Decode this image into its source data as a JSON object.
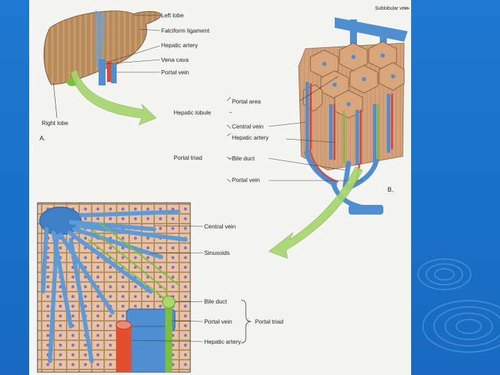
{
  "colors": {
    "slide_background": "#1a6fc4",
    "page": "#f4f4f2",
    "liver": "#b98a5c",
    "vein_blue": "#4f8fd0",
    "artery_red": "#d94a3a",
    "bile_green": "#7cbf3c",
    "arrow_green": "#a6d66a"
  },
  "panel_a": {
    "letter": "A.",
    "labels": {
      "left_lobe": "Left lobe",
      "falciform_ligament": "Falciform ligament",
      "hepatic_artery": "Hepatic artery",
      "vena_cava": "Vena cava",
      "portal_vein": "Portal vein",
      "right_lobe": "Right lobe"
    }
  },
  "middle_labels": {
    "hepatic_lobule": "Hepatic lobule",
    "portal_triad": "Portal triad"
  },
  "panel_b": {
    "letter": "B.",
    "labels": {
      "sublobular_vein": "Sublobular vein",
      "portal_area": "Portal area",
      "central_vein": "Central vein",
      "hepatic_artery": "Hepatic artery",
      "bile_duct": "Bile duct",
      "portal_vein": "Portal vein"
    }
  },
  "panel_c": {
    "labels": {
      "central_vein": "Central vein",
      "sinusoids": "Sinusoids",
      "bile_duct": "Bile duct",
      "portal_vein": "Portal vein",
      "hepatic_artery": "Hepatic artery",
      "portal_triad": "Portal triad"
    }
  }
}
